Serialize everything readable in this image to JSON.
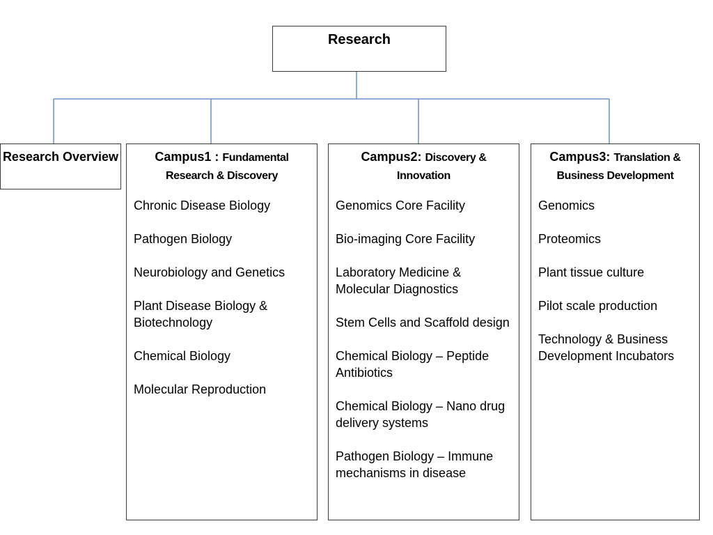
{
  "root": {
    "title": "Research"
  },
  "overview": {
    "title": "Research Overview"
  },
  "campuses": [
    {
      "lead": "Campus1 : ",
      "rest": "Fundamental Research & Discovery",
      "items": [
        "Chronic Disease Biology",
        "Pathogen Biology",
        "Neurobiology and Genetics",
        "Plant Disease Biology & Biotechnology",
        "Chemical Biology",
        "Molecular Reproduction"
      ]
    },
    {
      "lead": "Campus2: ",
      "rest": "Discovery & Innovation",
      "items": [
        "Genomics Core Facility",
        "Bio-imaging Core Facility",
        "Laboratory Medicine & Molecular Diagnostics",
        "Stem Cells and Scaffold design",
        "Chemical Biology – Peptide Antibiotics",
        "Chemical Biology – Nano drug delivery systems",
        "Pathogen Biology – Immune mechanisms in disease"
      ]
    },
    {
      "lead": "Campus3: ",
      "rest": "Translation & Business Development",
      "items": [
        "Genomics",
        "Proteomics",
        "Plant tissue culture",
        "Pilot scale production",
        "Technology & Business Development Incubators"
      ]
    }
  ],
  "colors": {
    "connector": "#4f81bd",
    "border": "#3a3a3a"
  }
}
